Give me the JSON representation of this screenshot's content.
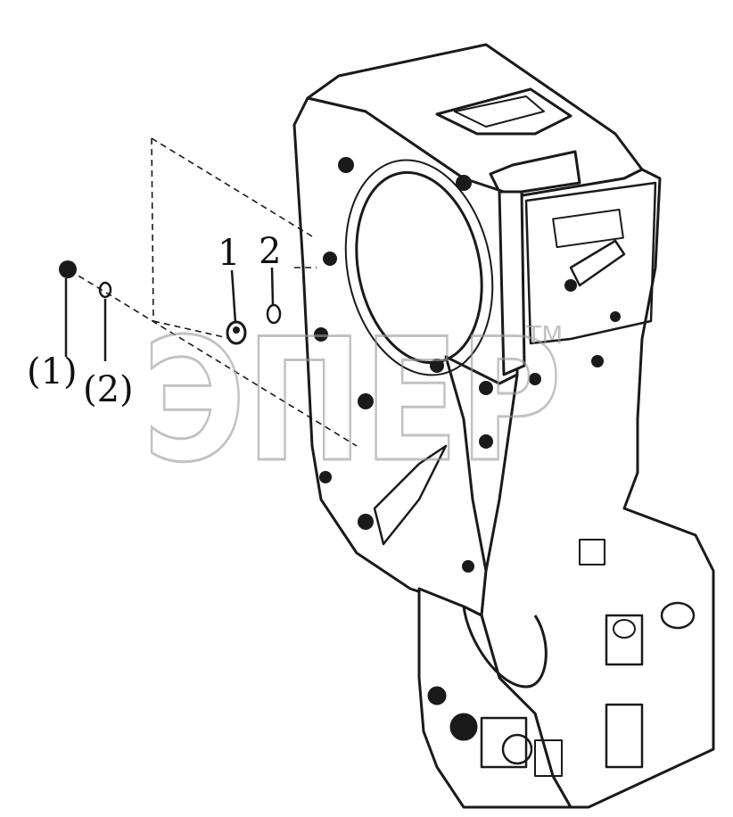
{
  "diagram": {
    "callouts": [
      {
        "id": "main-1",
        "text": "1"
      },
      {
        "id": "main-2",
        "text": "2"
      },
      {
        "id": "alt-1",
        "text": "(1)"
      },
      {
        "id": "alt-2",
        "text": "(2)"
      }
    ],
    "watermark": {
      "text": "ЭПЕР",
      "mark": "TM"
    },
    "colors": {
      "line": "#1a1a1a",
      "watermark": "#bdbdbd"
    }
  }
}
